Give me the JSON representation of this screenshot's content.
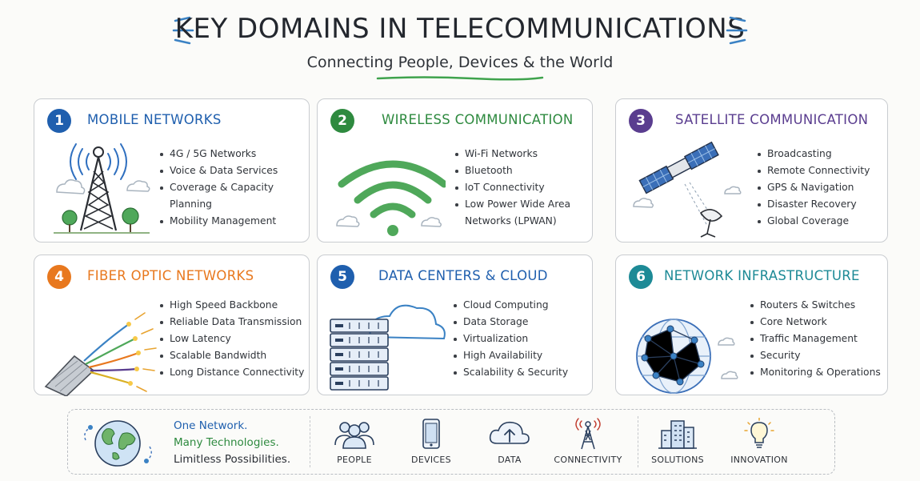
{
  "header": {
    "title": "KEY DOMAINS IN TELECOMMUNICATIONS",
    "subtitle": "Connecting People, Devices & the World"
  },
  "colors": {
    "blue": "#1f5fae",
    "green": "#2e8a3f",
    "purple": "#5a3d8f",
    "orange": "#e8781e",
    "teal": "#1d8a96"
  },
  "cards": [
    {
      "number": "1",
      "title": "MOBILE NETWORKS",
      "icon": "cell-tower",
      "bullets": [
        "4G / 5G Networks",
        "Voice & Data Services",
        "Coverage & Capacity",
        "Planning",
        "Mobility Management"
      ]
    },
    {
      "number": "2",
      "title": "WIRELESS COMMUNICATION",
      "icon": "wifi",
      "bullets": [
        "Wi-Fi Networks",
        "Bluetooth",
        "IoT Connectivity",
        "Low Power Wide Area",
        "Networks (LPWAN)"
      ]
    },
    {
      "number": "3",
      "title": "SATELLITE COMMUNICATION",
      "icon": "satellite",
      "bullets": [
        "Broadcasting",
        "Remote Connectivity",
        "GPS & Navigation",
        "Disaster Recovery",
        "Global Coverage"
      ]
    },
    {
      "number": "4",
      "title": "FIBER OPTIC NETWORKS",
      "icon": "fiber-cable",
      "bullets": [
        "High Speed Backbone",
        "Reliable Data Transmission",
        "Low Latency",
        "Scalable Bandwidth",
        "Long Distance Connectivity"
      ]
    },
    {
      "number": "5",
      "title": "DATA CENTERS & CLOUD",
      "icon": "server-cloud",
      "bullets": [
        "Cloud Computing",
        "Data Storage",
        "Virtualization",
        "High Availability",
        "Scalability & Security"
      ]
    },
    {
      "number": "6",
      "title": "NETWORK INFRASTRUCTURE",
      "icon": "network-globe",
      "bullets": [
        "Routers & Switches",
        "Core Network",
        "Traffic Management",
        "Security",
        "Monitoring & Operations"
      ]
    }
  ],
  "footer": {
    "tagline": [
      "One Network.",
      "Many Technologies.",
      "Limitless Possibilities."
    ],
    "items": [
      {
        "label": "PEOPLE",
        "icon": "people-icon"
      },
      {
        "label": "DEVICES",
        "icon": "device-icon"
      },
      {
        "label": "DATA",
        "icon": "cloud-upload-icon"
      },
      {
        "label": "CONNECTIVITY",
        "icon": "tower-icon"
      },
      {
        "label": "SOLUTIONS",
        "icon": "buildings-icon"
      },
      {
        "label": "INNOVATION",
        "icon": "lightbulb-icon"
      }
    ]
  }
}
